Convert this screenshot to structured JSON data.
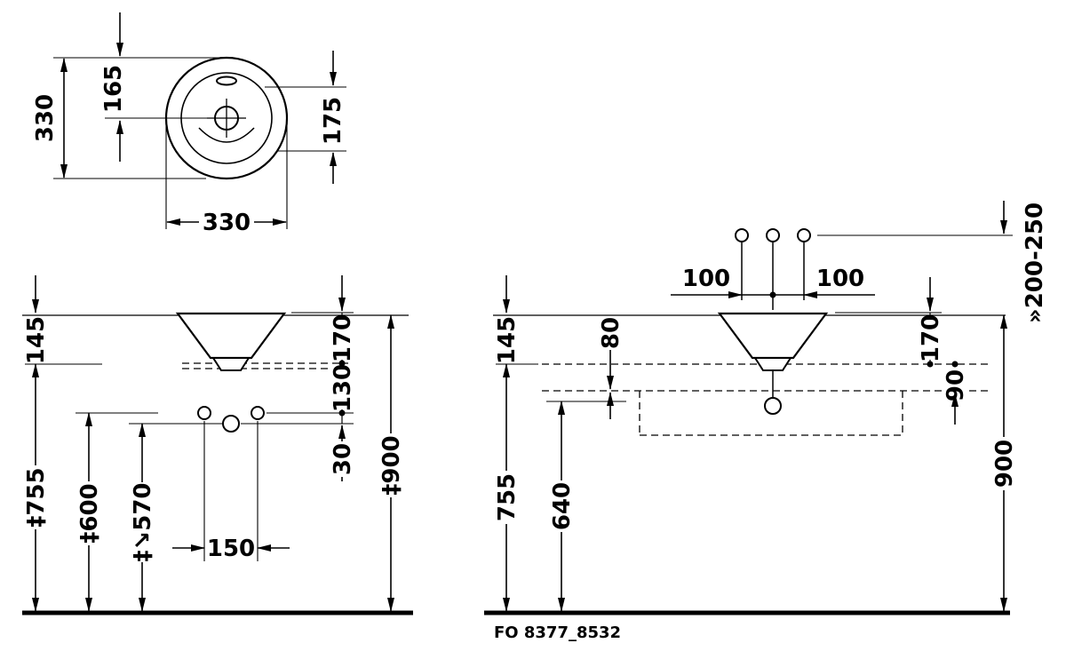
{
  "drawing": {
    "footer_code": "FO 8377_8532",
    "colors": {
      "line": "#000000",
      "background": "#ffffff"
    },
    "top_view": {
      "diameter_vertical": "330",
      "center_offset": "165",
      "tap_to_front": "175",
      "diameter_horizontal": "330"
    },
    "front_view": {
      "rim_above_counter": "145",
      "basin_total_height": "170",
      "counter_to_tap": "130",
      "tap_offset": "30",
      "tap_hole_spacing": "150",
      "height_755": "‡755",
      "height_600": "‡600",
      "height_570": "‡↘570",
      "height_900": "‡900"
    },
    "side_view": {
      "tap_behind_left": "100",
      "tap_behind_right": "100",
      "wall_distance_range": "»200-250",
      "rim_above_counter": "145",
      "dim_80": "80",
      "basin_total_height": "170",
      "dim_90": "90",
      "height_755": "755",
      "drain_height_640": "640",
      "height_900": "900"
    }
  }
}
